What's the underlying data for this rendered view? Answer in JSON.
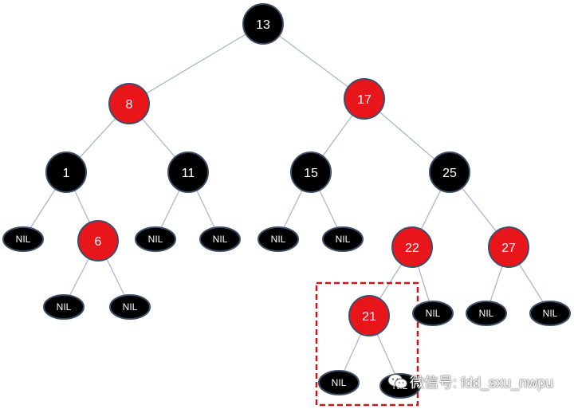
{
  "colors": {
    "red_node": "#e8151b",
    "black_node": "#000000",
    "nil_node": "#000000",
    "node_stroke": "#3c4f6a",
    "edge": "#a9b8c9",
    "highlight_box": "#c8161d",
    "label": "#ffffff"
  },
  "tree": {
    "nodes": [
      {
        "id": "n13",
        "label": "13",
        "color": "black"
      },
      {
        "id": "n8",
        "label": "8",
        "color": "red"
      },
      {
        "id": "n17",
        "label": "17",
        "color": "red"
      },
      {
        "id": "n1",
        "label": "1",
        "color": "black"
      },
      {
        "id": "n11",
        "label": "11",
        "color": "black"
      },
      {
        "id": "n15",
        "label": "15",
        "color": "black"
      },
      {
        "id": "n25",
        "label": "25",
        "color": "black"
      },
      {
        "id": "n6",
        "label": "6",
        "color": "red"
      },
      {
        "id": "n22",
        "label": "22",
        "color": "red"
      },
      {
        "id": "n27",
        "label": "27",
        "color": "red"
      },
      {
        "id": "n21",
        "label": "21",
        "color": "red"
      },
      {
        "id": "nil1",
        "label": "NIL",
        "color": "nil"
      },
      {
        "id": "nil2",
        "label": "NIL",
        "color": "nil"
      },
      {
        "id": "nil3",
        "label": "NIL",
        "color": "nil"
      },
      {
        "id": "nil4",
        "label": "NIL",
        "color": "nil"
      },
      {
        "id": "nil5",
        "label": "NIL",
        "color": "nil"
      },
      {
        "id": "nil6",
        "label": "NIL",
        "color": "nil"
      },
      {
        "id": "nil7",
        "label": "NIL",
        "color": "nil"
      },
      {
        "id": "nil8",
        "label": "NIL",
        "color": "nil"
      },
      {
        "id": "nil9",
        "label": "NIL",
        "color": "nil"
      },
      {
        "id": "nil10",
        "label": "NIL",
        "color": "nil"
      },
      {
        "id": "nil11",
        "label": "NIL",
        "color": "nil"
      },
      {
        "id": "nil12",
        "label": "NIL",
        "color": "nil"
      }
    ],
    "edges": [
      [
        "n13",
        "n8"
      ],
      [
        "n13",
        "n17"
      ],
      [
        "n8",
        "n1"
      ],
      [
        "n8",
        "n11"
      ],
      [
        "n17",
        "n15"
      ],
      [
        "n17",
        "n25"
      ],
      [
        "n1",
        "nil1"
      ],
      [
        "n1",
        "n6"
      ],
      [
        "n6",
        "nil2"
      ],
      [
        "n6",
        "nil3"
      ],
      [
        "n11",
        "nil4"
      ],
      [
        "n11",
        "nil5"
      ],
      [
        "n15",
        "nil6"
      ],
      [
        "n15",
        "nil7"
      ],
      [
        "n25",
        "n22"
      ],
      [
        "n25",
        "n27"
      ],
      [
        "n22",
        "n21"
      ],
      [
        "n22",
        "nil8"
      ],
      [
        "n21",
        "nil9"
      ],
      [
        "n21",
        "nil10"
      ],
      [
        "n27",
        "nil11"
      ],
      [
        "n27",
        "nil12"
      ]
    ],
    "highlight": [
      "n21",
      "nil9",
      "nil10"
    ]
  },
  "watermark": {
    "text": "微信号: fdd_sxu_nwpu",
    "icon": "wechat-icon"
  }
}
